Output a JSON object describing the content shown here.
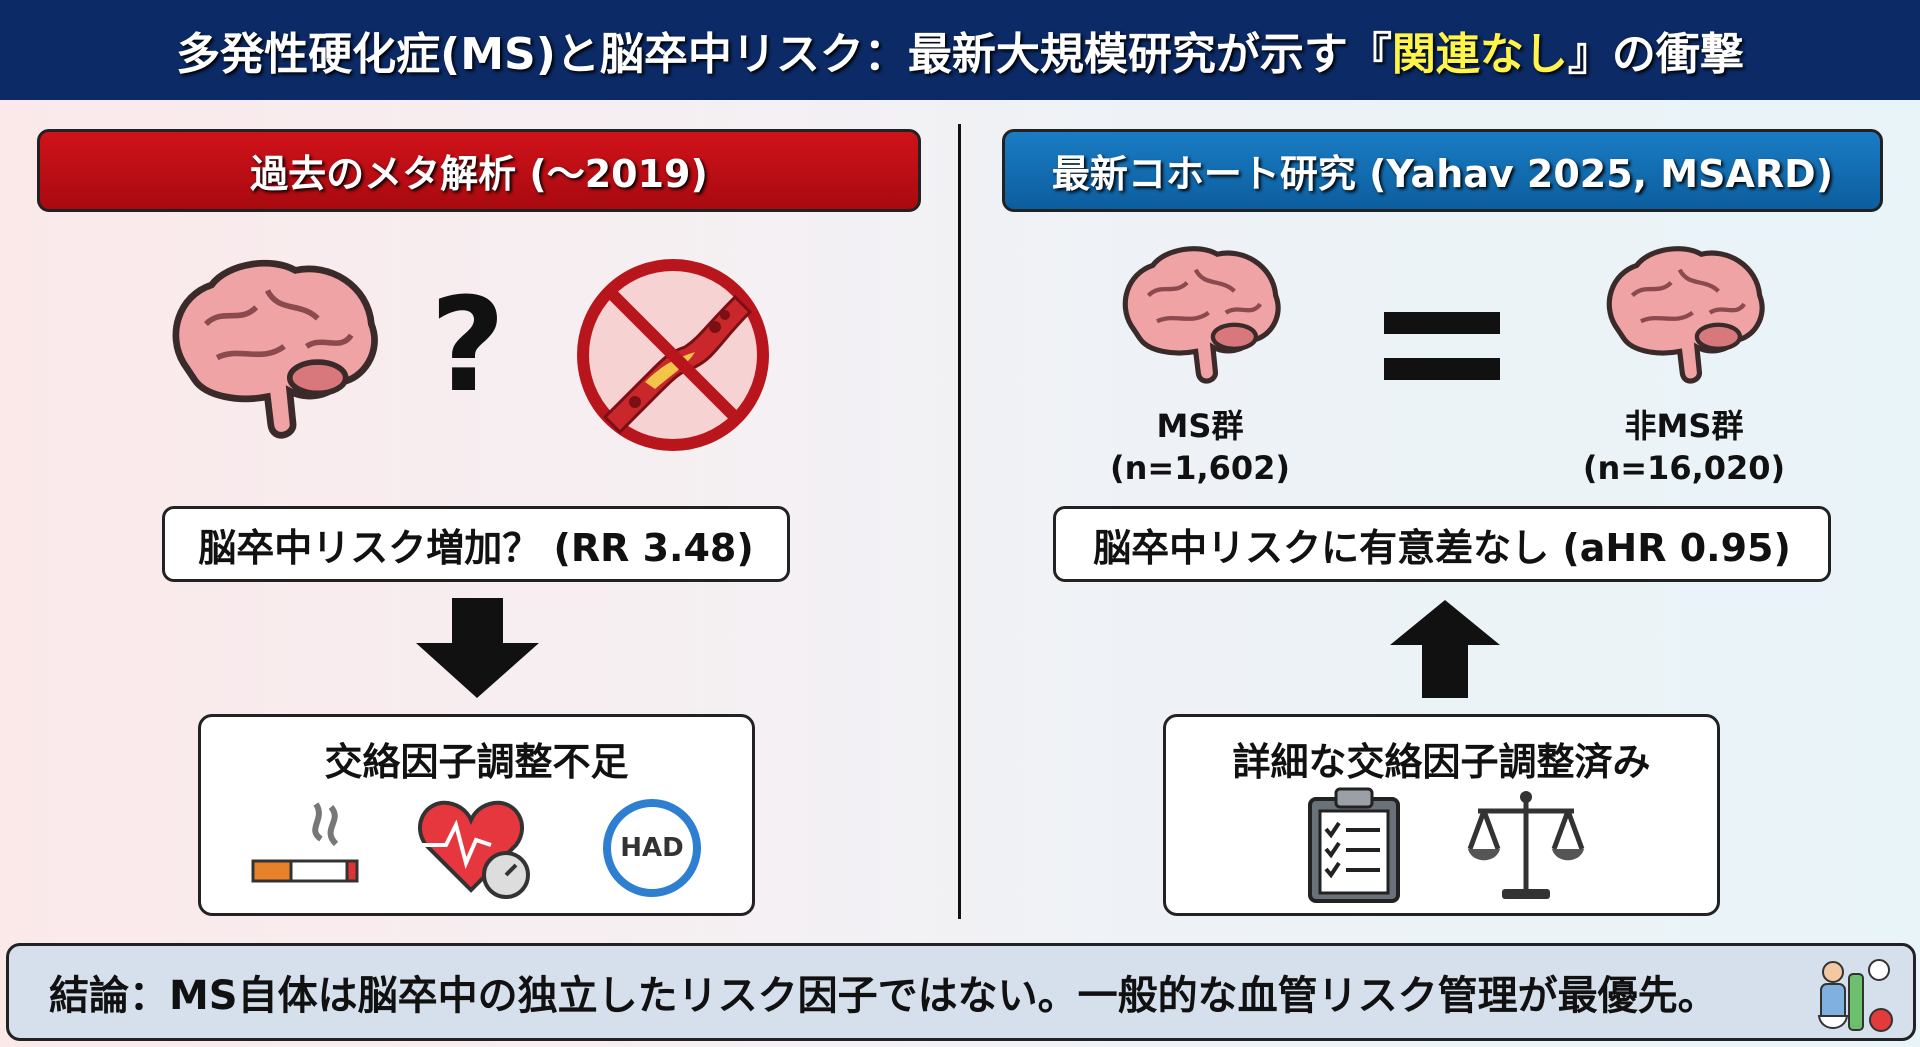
{
  "title": {
    "prefix": "多発性硬化症(MS)と脳卒中リスク：最新大規模研究が示す『",
    "highlight": "関連なし",
    "suffix": "』の衝撃"
  },
  "left": {
    "header": "過去のメタ解析 (〜2019)",
    "question_mark": "?",
    "risk_label": "脳卒中リスク増加？ (RR 3.48)",
    "confounder_title": "交絡因子調整不足",
    "badge_text": "HAD"
  },
  "right": {
    "header": "最新コホート研究 (Yahav 2025, MSARD)",
    "group_ms": {
      "name": "MS群",
      "n": "(n=1,602)"
    },
    "group_non_ms": {
      "name": "非MS群",
      "n": "(n=16,020)"
    },
    "risk_label": "脳卒中リスクに有意差なし (aHR 0.95)",
    "adjusted_title": "詳細な交絡因子調整済み"
  },
  "conclusion": "結論：MS自体は脳卒中の独立したリスク因子ではない。一般的な血管リスク管理が最優先。",
  "colors": {
    "navy": "#0c2a66",
    "red": "#c0111a",
    "blue": "#1670b4",
    "highlight": "#fff44a",
    "brain": "#f0a3a5"
  }
}
